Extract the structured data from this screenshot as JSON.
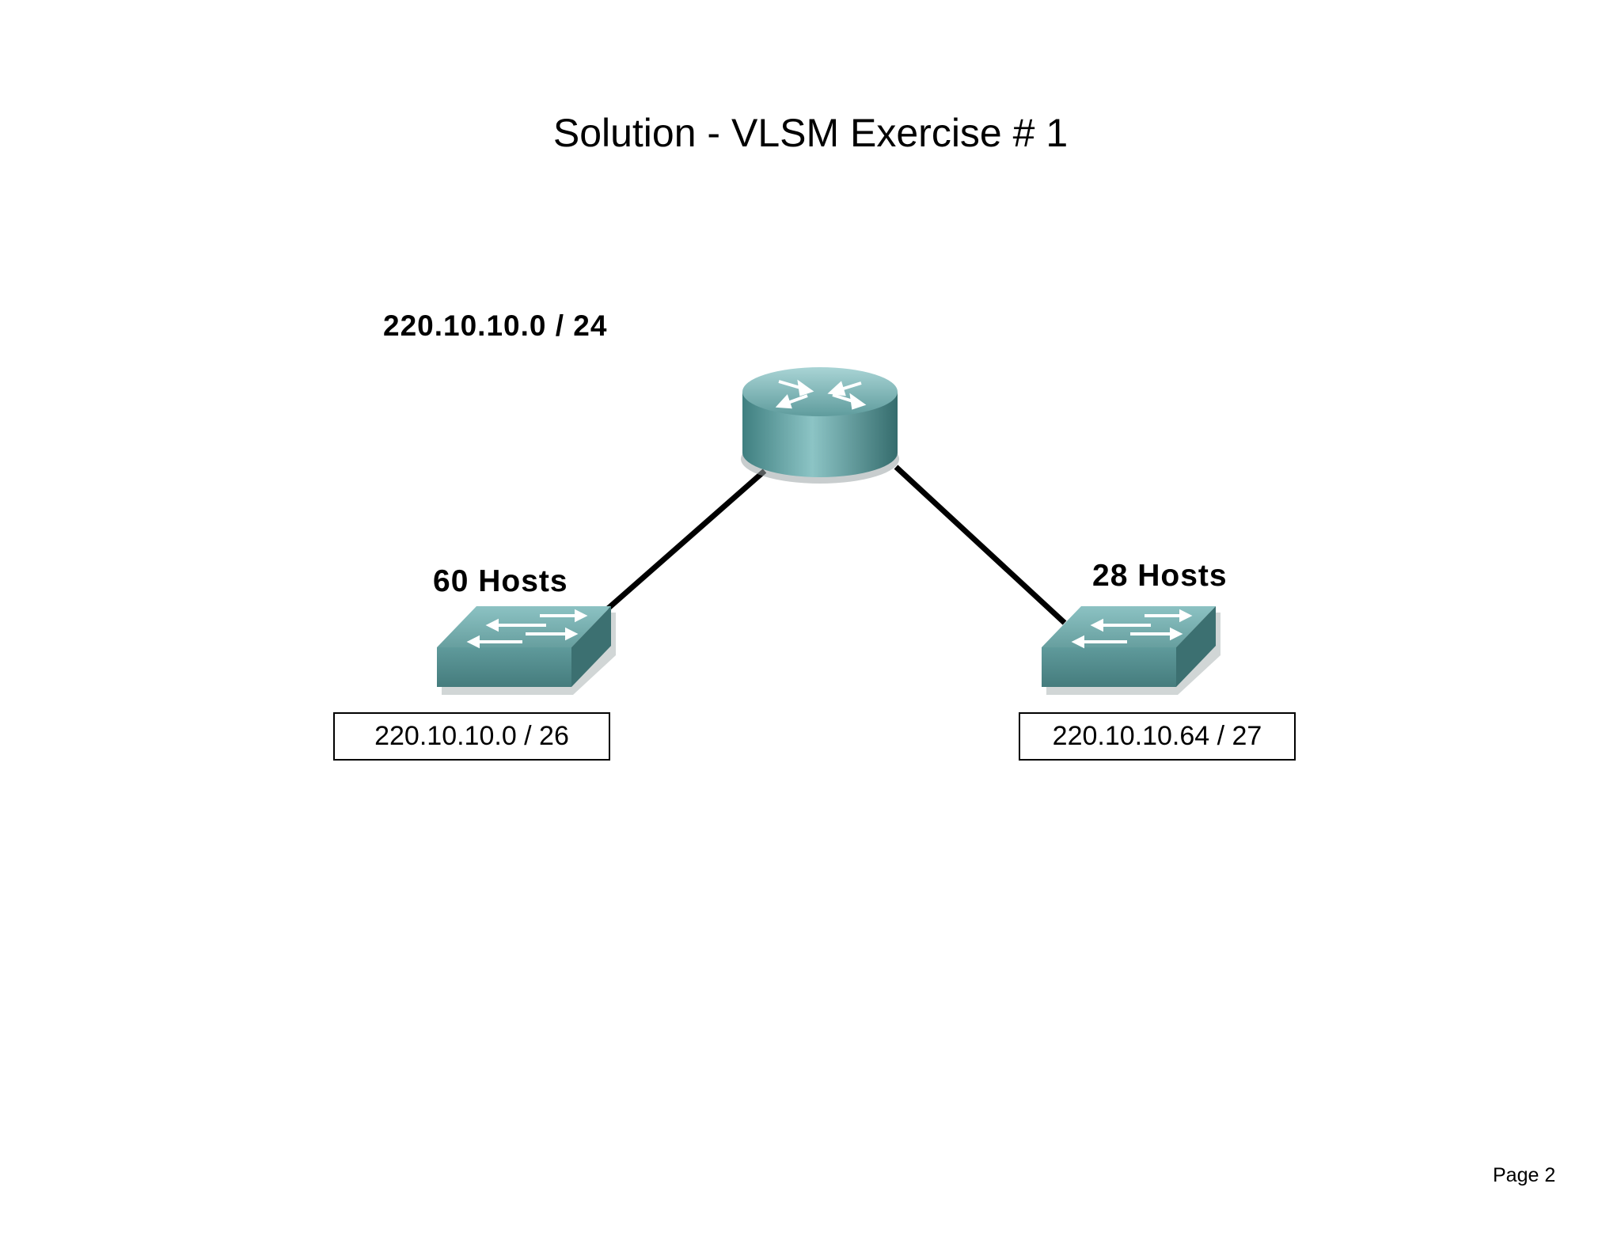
{
  "title": "Solution - VLSM Exercise # 1",
  "network": {
    "address_label": "220.10.10.0 / 24"
  },
  "devices": {
    "router": {
      "icon": "router-icon"
    },
    "left_switch": {
      "icon": "switch-icon",
      "hosts_label": "60 Hosts",
      "subnet": "220.10.10.0 / 26"
    },
    "right_switch": {
      "icon": "switch-icon",
      "hosts_label": "28 Hosts",
      "subnet": "220.10.10.64 / 27"
    }
  },
  "colors": {
    "device_teal": "#5b9a9b",
    "device_top": "#7fb7b8",
    "link": "#000000"
  },
  "footer": {
    "page_label": "Page 2"
  }
}
